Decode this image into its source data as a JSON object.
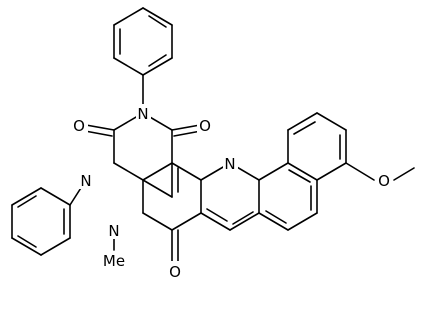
{
  "molecule": {
    "atoms": {
      "o_top": "O",
      "o_left": "O",
      "o_bottom": "O",
      "n_imide": "N",
      "n_phenyl": "N",
      "n_quinoline": "N",
      "n_methyl": "N",
      "methyl": "Me",
      "methoxy": "O"
    }
  }
}
